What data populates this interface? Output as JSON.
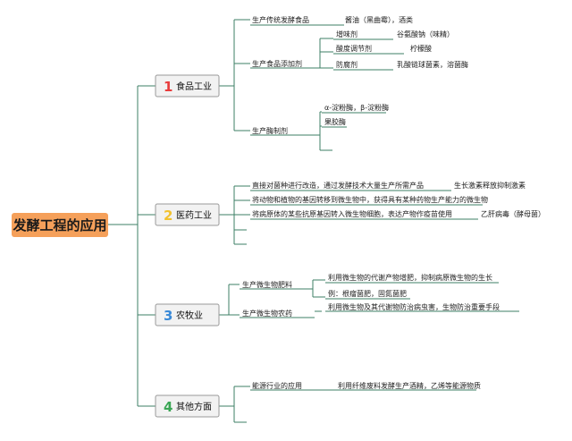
{
  "root": {
    "label": "发酵工程的应用",
    "fill": "#f5a05a"
  },
  "colors": {
    "line": "#3d7f66",
    "box_fill": "#f2f2f2",
    "box_stroke": "#9a9a9a"
  },
  "categories": [
    {
      "number": "1",
      "number_color": "#e83c3c",
      "label": "食品工业",
      "branches": [
        {
          "label": "生产传统发酵食品",
          "leaves": [
            {
              "label": "酱油（黑曲霉），酒类"
            }
          ]
        },
        {
          "label": "生产食品添加剂",
          "leaves": [
            {
              "label": "增味剂",
              "detail": "谷氨酸钠（味精）"
            },
            {
              "label": "酸度调节剂",
              "detail": "柠檬酸"
            },
            {
              "label": "防腐剂",
              "detail": "乳酸链球菌素，溶菌酶"
            }
          ]
        },
        {
          "label": "生产酶制剂",
          "leaves": [
            {
              "label": "α-淀粉酶，β-淀粉酶"
            },
            {
              "label": "果胶酶"
            },
            {
              "label": ""
            }
          ]
        }
      ]
    },
    {
      "number": "2",
      "number_color": "#f2c230",
      "label": "医药工业",
      "items": [
        {
          "label": "直接对菌种进行改造，通过发酵技术大量生产所需产品",
          "detail": "生长激素释放抑制激素"
        },
        {
          "label": "将动物和植物的基因转移到微生物中，获得具有某种药物生产能力的微生物"
        },
        {
          "label": "将病原体的某些抗原基因转入微生物细胞，表达产物作疫苗使用",
          "detail": "乙肝病毒（酵母菌）"
        },
        {
          "label": ""
        },
        {
          "label": ""
        }
      ]
    },
    {
      "number": "3",
      "number_color": "#3a8ad8",
      "label": "农牧业",
      "branches": [
        {
          "label": "生产微生物肥料",
          "leaves": [
            {
              "label": "利用微生物的代谢产物增肥，抑制病原微生物的生长"
            },
            {
              "label": "例：根瘤菌肥，固氮菌肥"
            }
          ]
        },
        {
          "label": "生产微生物农药",
          "leaves": [
            {
              "label": "利用微生物及其代谢物防治病虫害，生物防治重要手段"
            }
          ]
        }
      ]
    },
    {
      "number": "4",
      "number_color": "#3aa655",
      "label": "其他方面",
      "branches": [
        {
          "label": "能源行业的应用",
          "leaves": [
            {
              "label": "利用纤维废料发酵生产酒精，乙烯等能源物质"
            }
          ]
        },
        {
          "label": ""
        }
      ]
    }
  ]
}
